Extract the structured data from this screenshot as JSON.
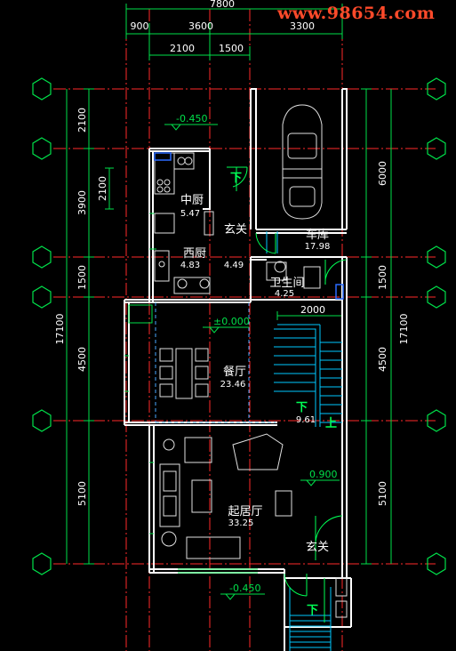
{
  "watermark": "www.98654.com",
  "top_dims": {
    "total": "7800",
    "d1": "900",
    "d2": "3600",
    "d3": "3300",
    "d4": "2100",
    "d5": "1500"
  },
  "left_dims": {
    "d1": "2100",
    "d2": "2100",
    "d3": "3900",
    "d4": "1500",
    "d5": "4500",
    "d6": "5100",
    "total": "17100"
  },
  "right_dims": {
    "d1": "6000",
    "d2": "1500",
    "d3": "4500",
    "d4": "5100",
    "total": "17100"
  },
  "inner_dims": {
    "stair_width": "2000"
  },
  "levels": {
    "top": "-0.450",
    "dining": "±0.000",
    "living": "0.900",
    "bottom": "-0.450"
  },
  "rooms": {
    "garage": {
      "name": "车库",
      "area": "17.98"
    },
    "middle_kitchen": {
      "name": "中厨",
      "area": "5.47"
    },
    "foyer_top": {
      "name": "玄关"
    },
    "west_kitchen": {
      "name": "西厨",
      "area": "4.83",
      "area2": "4.49"
    },
    "bathroom": {
      "name": "卫生间",
      "area": "4.25"
    },
    "dining": {
      "name": "餐厅",
      "area": "23.46"
    },
    "stair_area": {
      "area": "9.61"
    },
    "living": {
      "name": "起居厅",
      "area": "33.25"
    },
    "foyer_bottom": {
      "name": "玄关"
    }
  },
  "stairs": {
    "down": "下",
    "up": "上"
  },
  "colors": {
    "background": "#000000",
    "wall": "#ffffff",
    "axis": "#ff2a2a",
    "dim": "#00e04a",
    "furniture": "#e0e0e0",
    "stair": "#00c8ff",
    "door": "#00ff55",
    "text": "#ffffff"
  }
}
